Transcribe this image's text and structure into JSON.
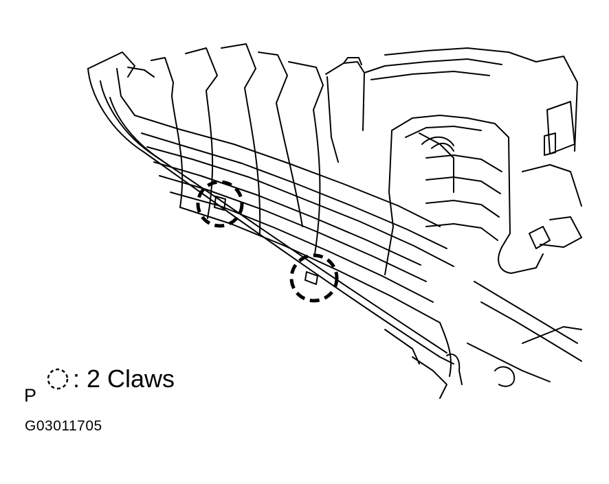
{
  "figure": {
    "side_letter": "P",
    "legend": {
      "symbol": "dashed-circle",
      "label": ": 2 Claws"
    },
    "figure_code": "G03011705"
  },
  "callouts": [
    {
      "name": "claw-1",
      "marker": "dashed-circle"
    },
    {
      "name": "claw-2",
      "marker": "dashed-circle"
    }
  ],
  "colors": {
    "line": "#000000",
    "background": "#ffffff"
  }
}
